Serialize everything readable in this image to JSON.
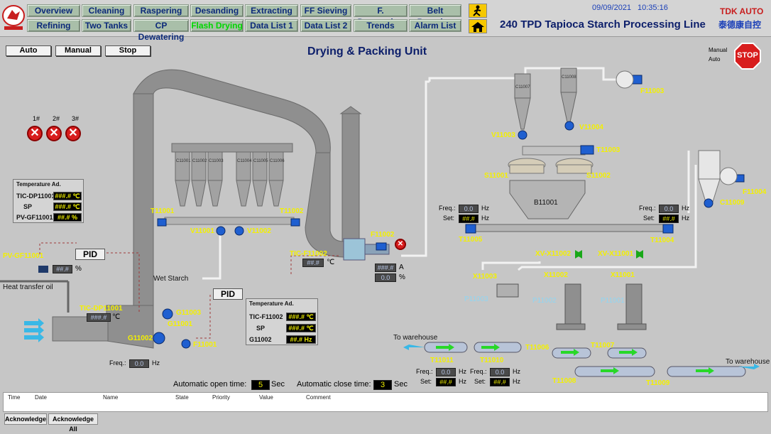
{
  "nav_row1": [
    "Overview",
    "Cleaning",
    "Raspering",
    "Desanding",
    "Extracting",
    "FF Sieving",
    "F. Dewatering",
    "Belt Pressing"
  ],
  "nav_row2": [
    "Refining",
    "Two Tanks",
    "CP Dewatering",
    "Flash Drying",
    "Data List 1",
    "Data List 2",
    "Trends",
    "Alarm List"
  ],
  "date": "09/09/2021",
  "time": "10:35:16",
  "plant_title": "240 TPD Tapioca Starch Processing Line",
  "brand": {
    "name": "TDK AUTO",
    "cn": "泰德康自控"
  },
  "unit_title": "Drying & Packing Unit",
  "controls": {
    "auto": "Auto",
    "manual": "Manual",
    "stop": "Stop"
  },
  "mode": {
    "manual": "Manual",
    "auto": "Auto"
  },
  "stop_sign": "STOP",
  "alarms": {
    "labels": [
      "1#",
      "2#",
      "3#"
    ],
    "glyph": "✕"
  },
  "temp_panel1": {
    "title": "Temperature Ad.",
    "r1": "TIC-DP11001",
    "v1": "###.# ℃",
    "r2": "SP",
    "v2": "###.# ℃",
    "r3": "PV-GF11001",
    "v3": "##.#  %"
  },
  "temp_panel2": {
    "title": "Temperature Ad.",
    "r1": "TIC-F11002",
    "v1": "###.# ℃",
    "r2": "SP",
    "v2": "###.# ℃",
    "r3": "G11002",
    "v3": "##.#  Hz"
  },
  "pid": "PID",
  "labels": {
    "T11001": "T11001",
    "T11002": "T11002",
    "V11001": "V11001",
    "V11002": "V11002",
    "PVGF": "PV-GF11001",
    "heat": "Heat transfer oil",
    "TICDP": "TIC-DP11001",
    "wet": "Wet Starch",
    "G11003": "G11003",
    "G11001": "G11001",
    "G11002": "G11002",
    "F11001": "F11001",
    "TICF": "TIC-F11002",
    "F11002": "F11002",
    "F11003": "F11003",
    "F11004": "F11004",
    "V11003": "V11003",
    "V11004": "V11004",
    "T11003": "T11003",
    "S11001": "S11001",
    "S11002": "S11002",
    "B11001": "B11001",
    "T11005": "T11005",
    "T11004": "T11004",
    "XV2": "XV-X11002",
    "XV1": "XV-X11001",
    "X11003": "X11003",
    "X11002": "X11002",
    "X11001": "X11001",
    "P11003": "P11003",
    "P11002": "P11002",
    "P11001": "P11001",
    "C11009": "C11009",
    "T11006": "T11006",
    "T11007": "T11007",
    "T11011": "T11011",
    "T11010": "T11010",
    "T11008": "T11008",
    "T11009": "T11009",
    "ware1": "To warehouse",
    "ware2": "To warehouse"
  },
  "cyclone_tags": [
    "C11001",
    "C11002",
    "C11003",
    "C11004",
    "C11005",
    "C11006"
  ],
  "cyclone_tags2": [
    "C11007",
    "C11008"
  ],
  "fields": {
    "pct": "##.#",
    "tic": "###.#",
    "hash": "##.#",
    "a": "###.#",
    "zero": "0.0",
    "freq": "0.0",
    "set": "##.#"
  },
  "units": {
    "pct": "%",
    "c": "℃",
    "a": "A",
    "hz": "Hz",
    "freq": "Freq.:",
    "set": "Set:"
  },
  "times": {
    "open_label": "Automatic open time:",
    "open": "5",
    "close_label": "Automatic close time:",
    "close": "3",
    "unit": "Sec"
  },
  "alarm_cols": [
    "Time",
    "Date",
    "Name",
    "State",
    "Priority",
    "Value",
    "Comment"
  ],
  "ack": "Acknowledge",
  "ack_all": "Acknowledge All",
  "colors": {
    "nav_bg": "#a9bfa9",
    "nav_text": "#0c2a7a",
    "tag": "#f3f000",
    "pipe": "#8c8c8c",
    "stop": "#d81d1d"
  }
}
